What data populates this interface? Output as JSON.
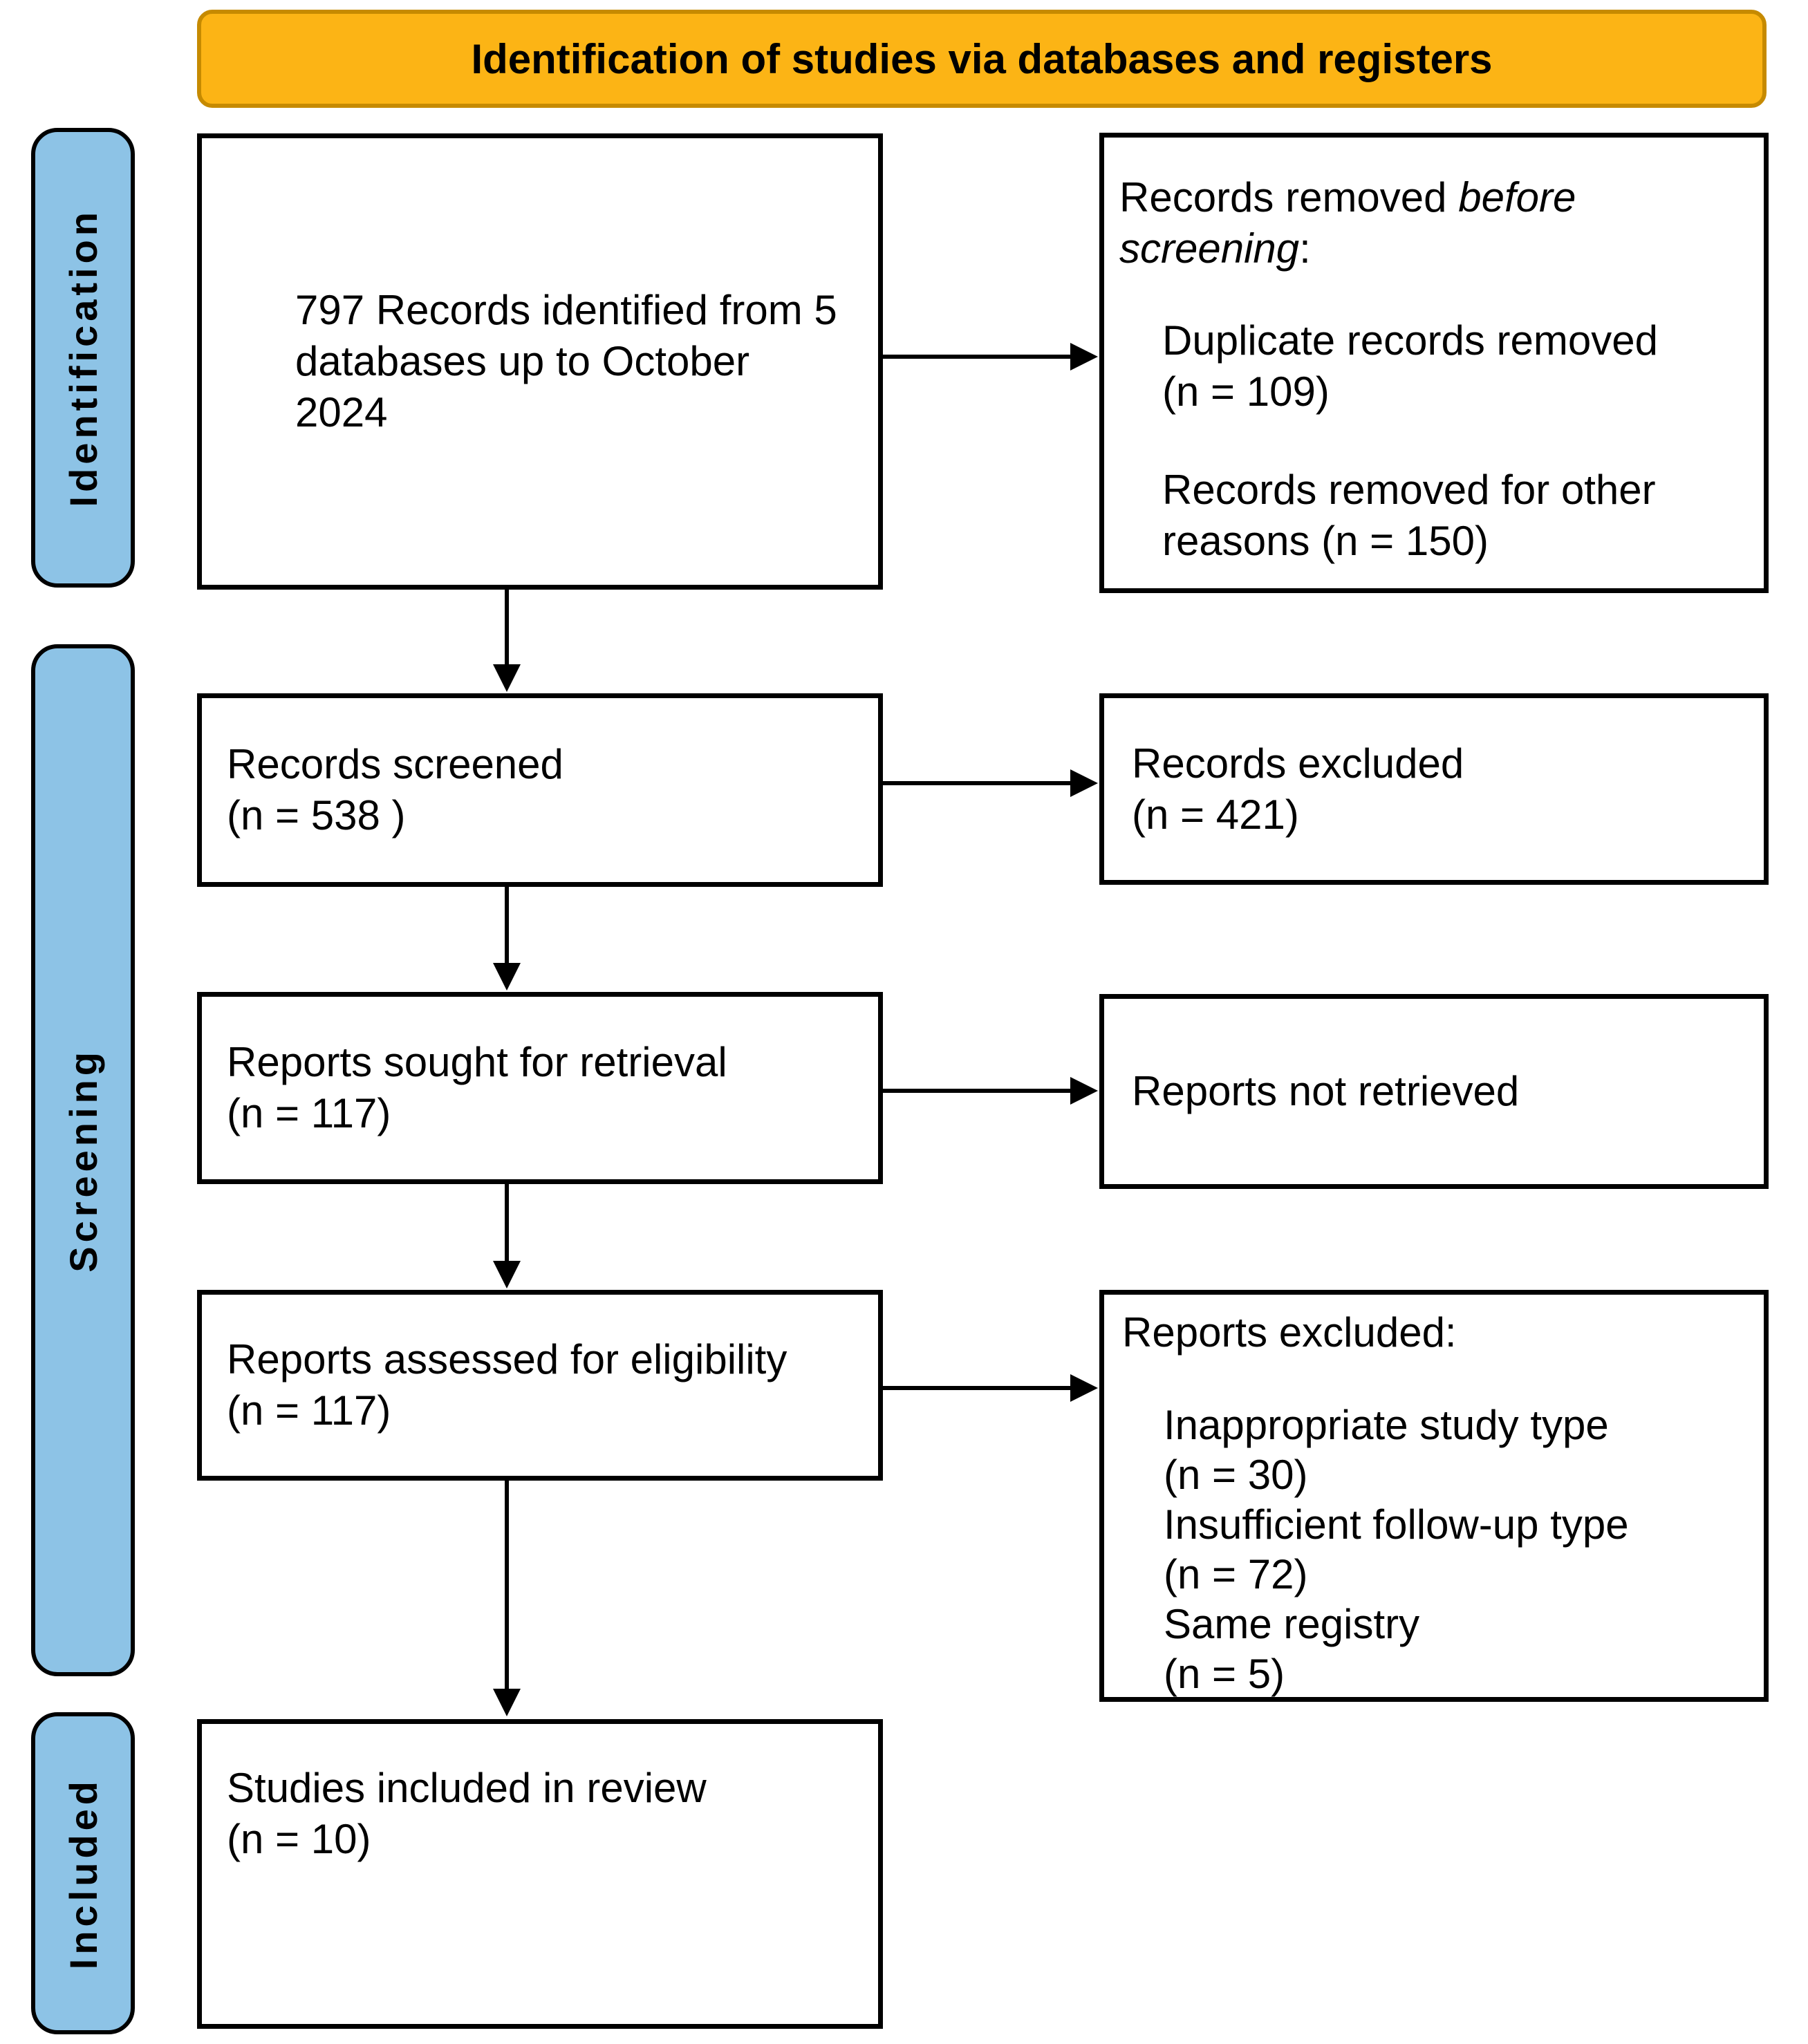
{
  "banner": {
    "label": "Identification of studies via databases and registers"
  },
  "sidebar": {
    "labels": [
      "Identification",
      "Screening",
      "Included"
    ]
  },
  "boxes": {
    "identified": "797 Records identified from 5\ndatabases up to October\n2024",
    "removed": {
      "head_pre": "Records removed ",
      "head_italic": "before screening",
      "head_post": ":",
      "items": [
        "Duplicate records removed\n(n = 109)",
        "Records removed for other\nreasons (n = 150)"
      ]
    },
    "screened": "Records screened\n(n = 538 )",
    "excluded": "Records excluded\n(n = 421)",
    "sought": "Reports sought for retrieval\n(n = 117)",
    "not_retrieved": "Reports not retrieved",
    "assessed": "Reports assessed for eligibility\n(n = 117)",
    "reports_excluded": {
      "head": "Reports excluded:",
      "items": [
        "Inappropriate study type\n(n = 30)",
        "Insufficient follow-up type\n(n = 72)",
        "Same registry\n(n = 5)"
      ]
    },
    "included": "Studies included in review\n(n = 10)"
  },
  "colors": {
    "banner_bg": "#FCB415",
    "banner_border": "#C68A00",
    "sidebar_bg": "#8DC3E6",
    "box_border": "#000000",
    "box_bg": "#FFFFFF"
  }
}
